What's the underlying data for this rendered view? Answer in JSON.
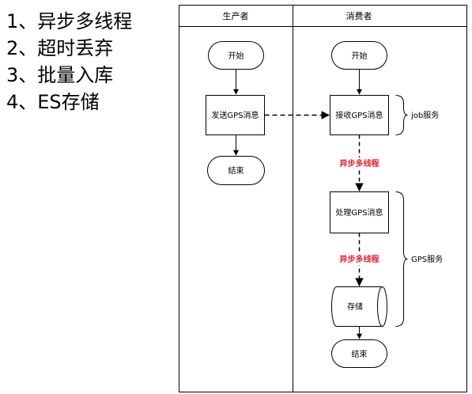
{
  "notes": [
    "1、异步多线程",
    "2、超时丢弃",
    "3、批量入库",
    "4、ES存储"
  ],
  "lanes": {
    "producer": "生产者",
    "consumer": "消费者"
  },
  "producer_flow": {
    "start": "开始",
    "send": "发送GPS消息",
    "end": "结束"
  },
  "consumer_flow": {
    "start": "开始",
    "receive": "接收GPS消息",
    "async1": "异步多线程",
    "process": "处理GPS消息",
    "async2": "异步多线程",
    "store": "存储",
    "end": "结束"
  },
  "groups": {
    "job": "job服务",
    "gps": "GPS服务"
  },
  "colors": {
    "line": "#000000",
    "box_fill": "#ffffff",
    "async_label": "#e8232a"
  }
}
